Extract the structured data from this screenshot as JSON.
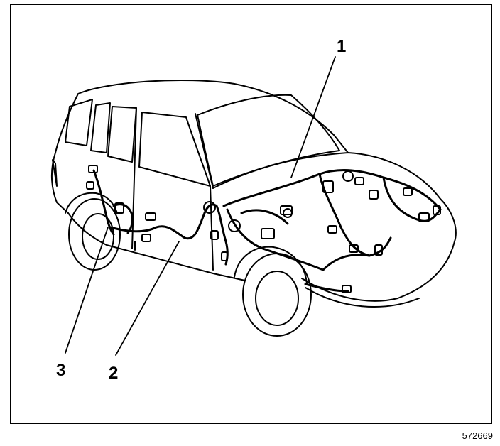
{
  "callouts": {
    "one": "1",
    "two": "2",
    "three": "3"
  },
  "figure_id": "572669",
  "colors": {
    "line": "#000000",
    "background": "#ffffff"
  }
}
